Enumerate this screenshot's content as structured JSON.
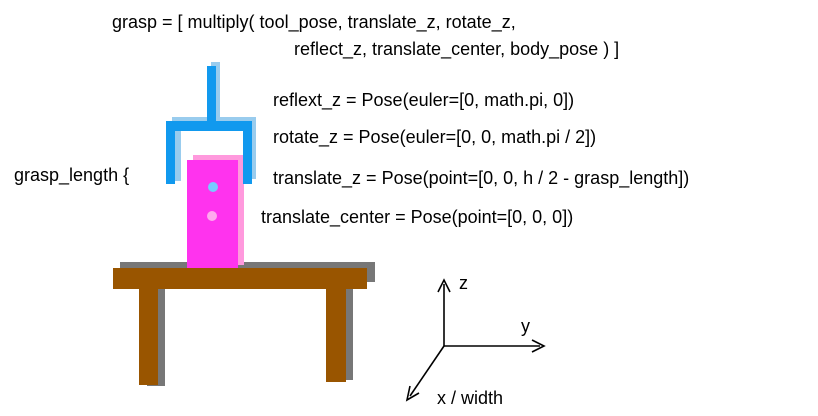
{
  "formula": {
    "line1": "grasp = [ multiply( tool_pose, translate_z, rotate_z,",
    "line2": "reflect_z, translate_center, body_pose ) ]"
  },
  "poses": {
    "reflect_z": "reflext_z = Pose(euler=[0, math.pi, 0])",
    "rotate_z": "rotate_z = Pose(euler=[0, 0, math.pi / 2])",
    "translate_z": "translate_z = Pose(point=[0, 0, h / 2 - grasp_length])",
    "translate_center": "translate_center = Pose(point=[0, 0, 0])"
  },
  "grasp_length_label": "grasp_length {",
  "axes": {
    "z": "z",
    "y": "y",
    "x": "x / width"
  },
  "colors": {
    "gripper_shadow": "#99ccee",
    "gripper": "#1199ee",
    "object_shadow": "#ff99dd",
    "object": "#ff33ee",
    "dot_top": "#77ccff",
    "dot_bottom": "#ffaaee",
    "table": "#995500",
    "table_shadow": "#777777",
    "axis": "#000000"
  }
}
